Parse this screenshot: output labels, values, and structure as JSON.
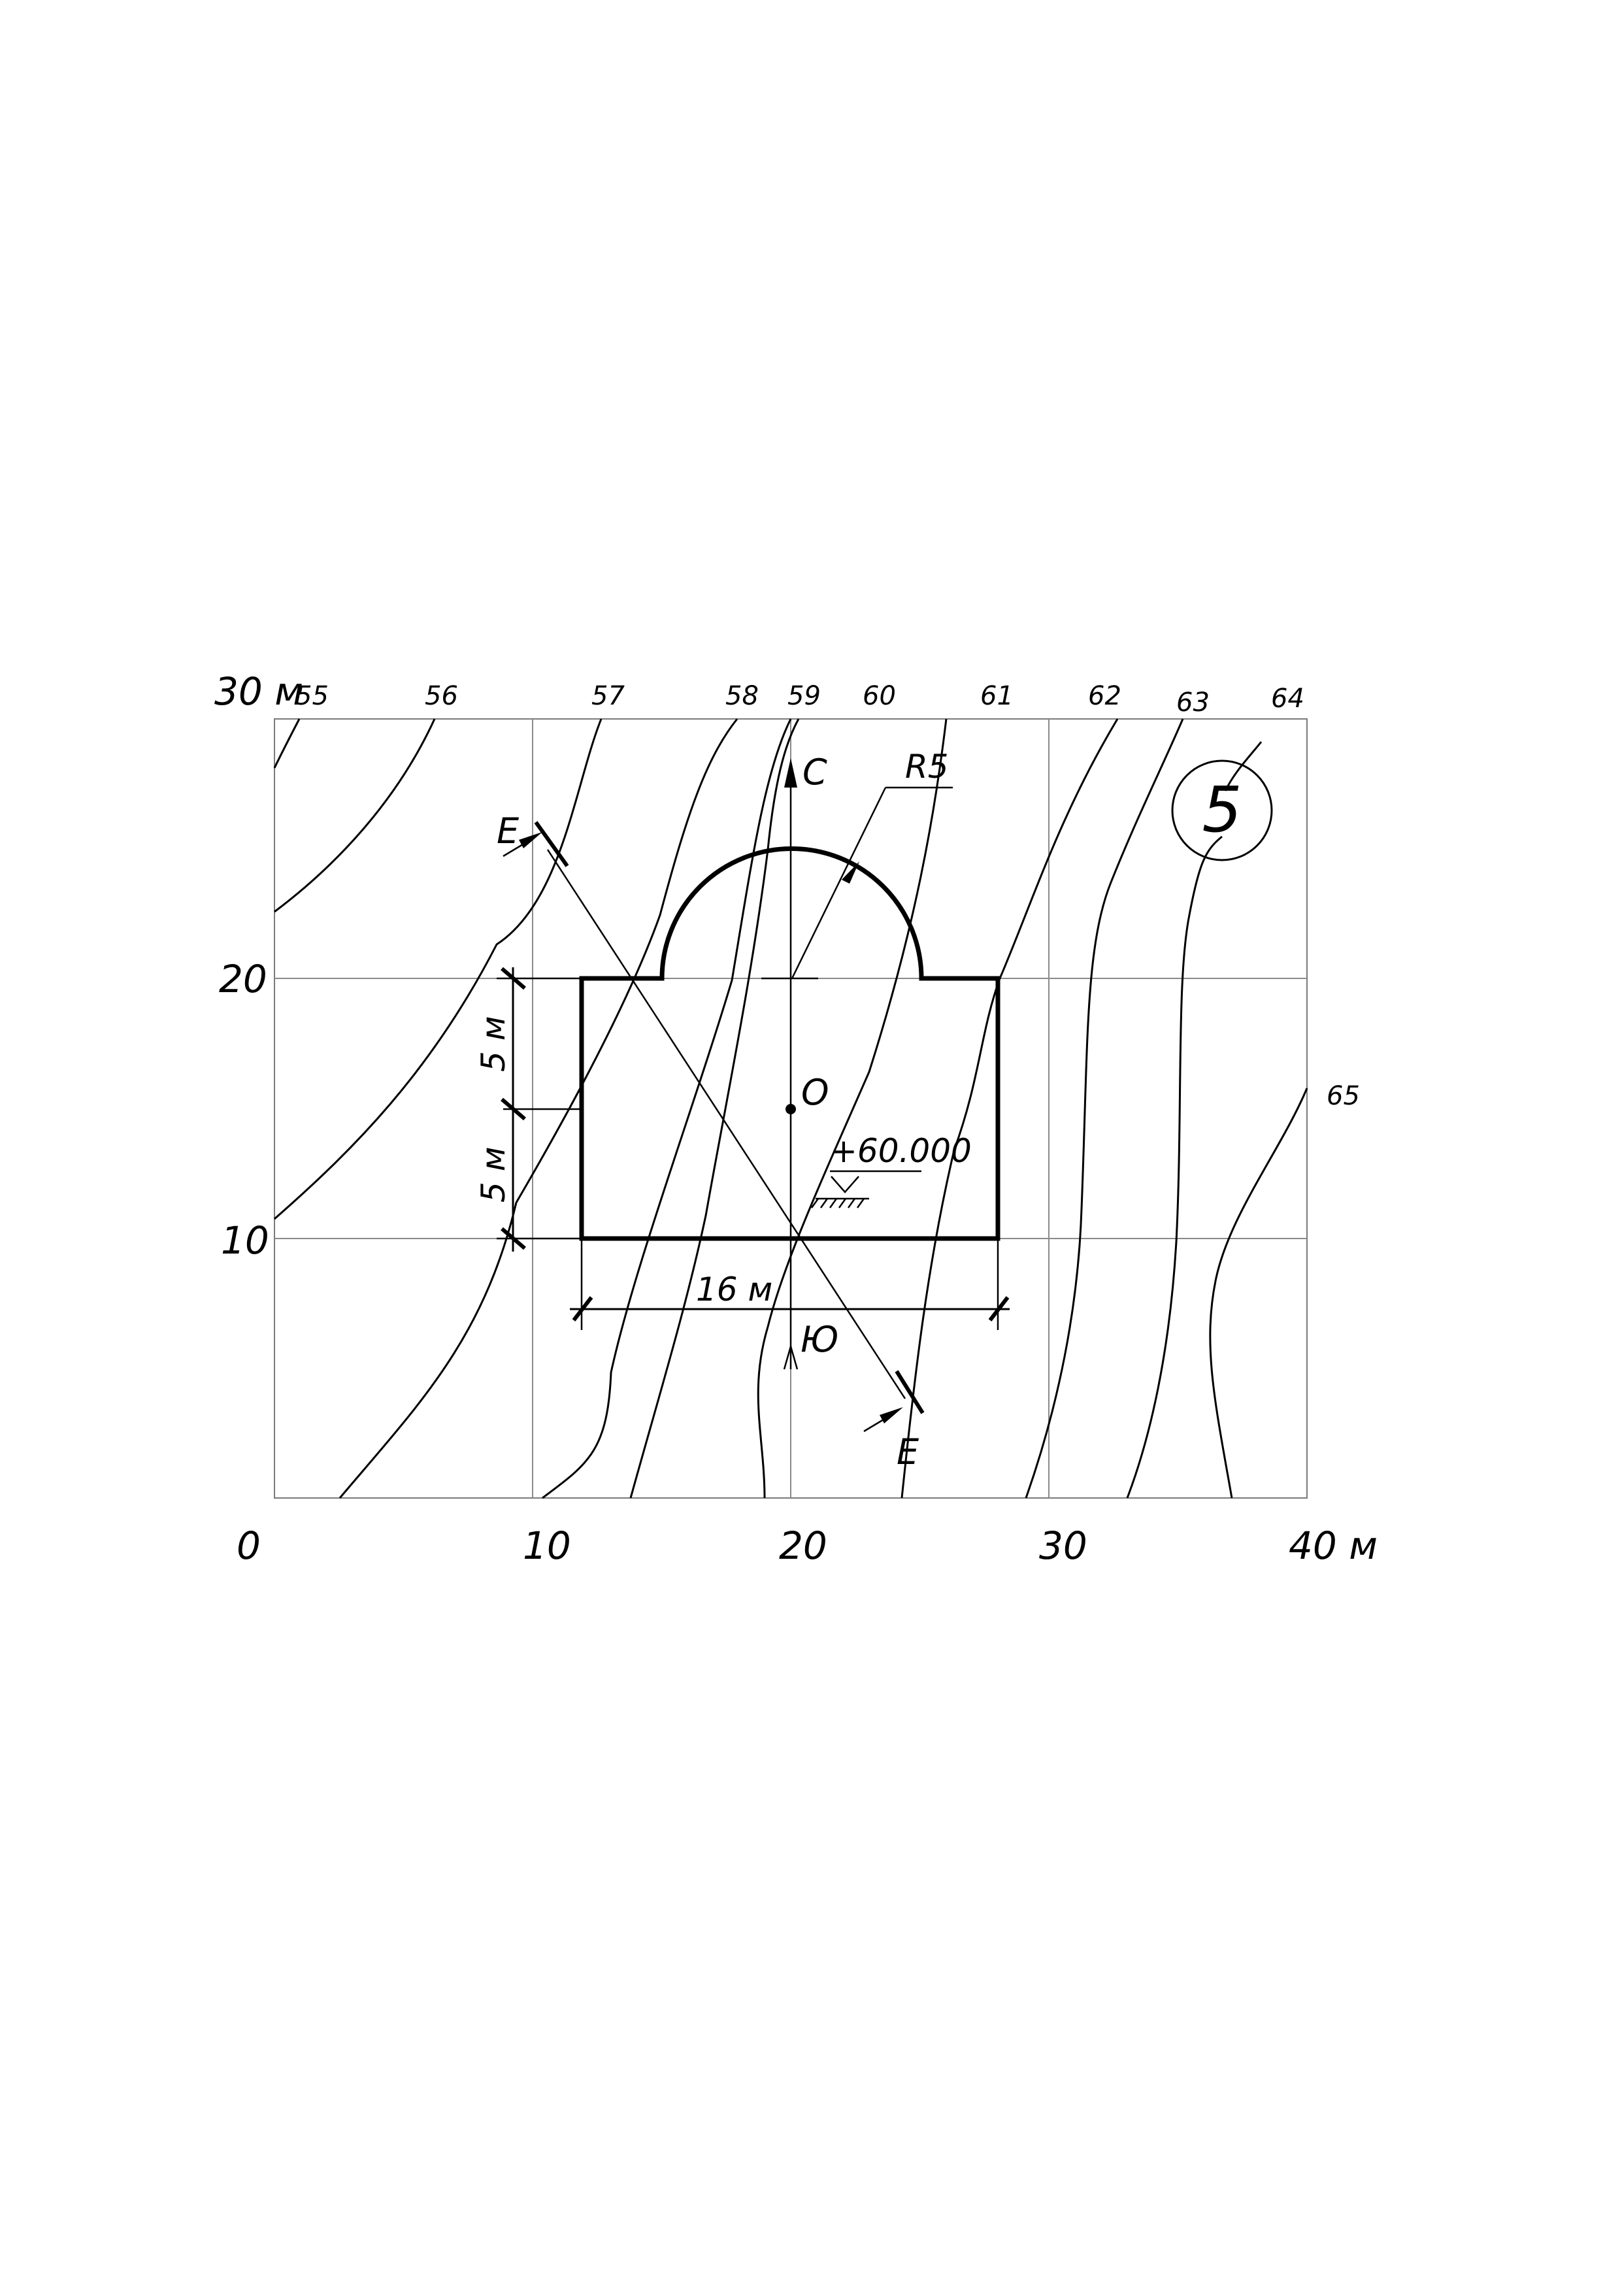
{
  "sheet_number": "5",
  "axes": {
    "x_ticks": [
      "0",
      "10",
      "20",
      "30",
      "40 м"
    ],
    "y_ticks": [
      "10",
      "20",
      "30 м"
    ]
  },
  "contours": {
    "labels": [
      "55",
      "56",
      "57",
      "58",
      "59",
      "60",
      "61",
      "62",
      "63",
      "64",
      "65"
    ]
  },
  "building": {
    "center_label": "O",
    "radius_label": "R5",
    "elevation_label": "+60.000",
    "width_dim": "16 м",
    "height_dim_upper": "5 м",
    "height_dim_lower": "5 м"
  },
  "directions": {
    "north": "С",
    "south": "Ю"
  },
  "section": {
    "start_label": "Е",
    "end_label": "Е"
  }
}
